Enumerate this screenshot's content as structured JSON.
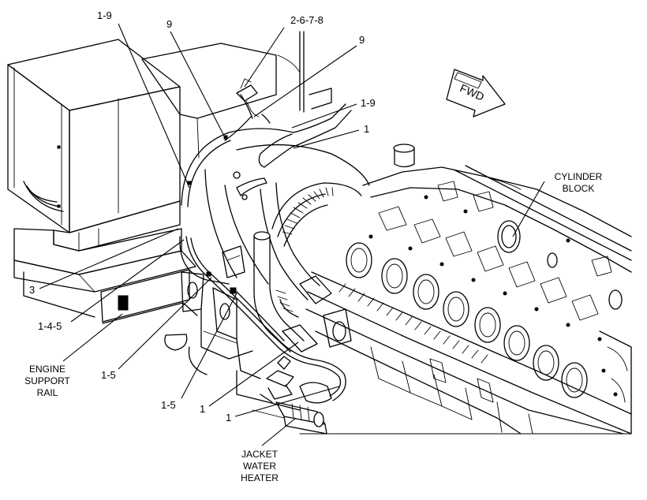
{
  "fwd_label": "FWD",
  "callouts": {
    "c_1_9_top": "1-9",
    "c_9_left": "9",
    "c_2678": "2-6-7-8",
    "c_9_right": "9",
    "c_1_9_right": "1-9",
    "c_1_right": "1",
    "c_3": "3",
    "c_145": "1-4-5",
    "c_1_5_upper": "1-5",
    "c_1_5_lower": "1-5",
    "c_1_lower_a": "1",
    "c_1_lower_b": "1"
  },
  "labels": {
    "cylinder_block": [
      "CYLINDER",
      "BLOCK"
    ],
    "engine_support_rail": [
      "ENGINE",
      "SUPPORT",
      "RAIL"
    ],
    "jacket_water_heater": [
      "JACKET",
      "WATER",
      "HEATER"
    ]
  }
}
